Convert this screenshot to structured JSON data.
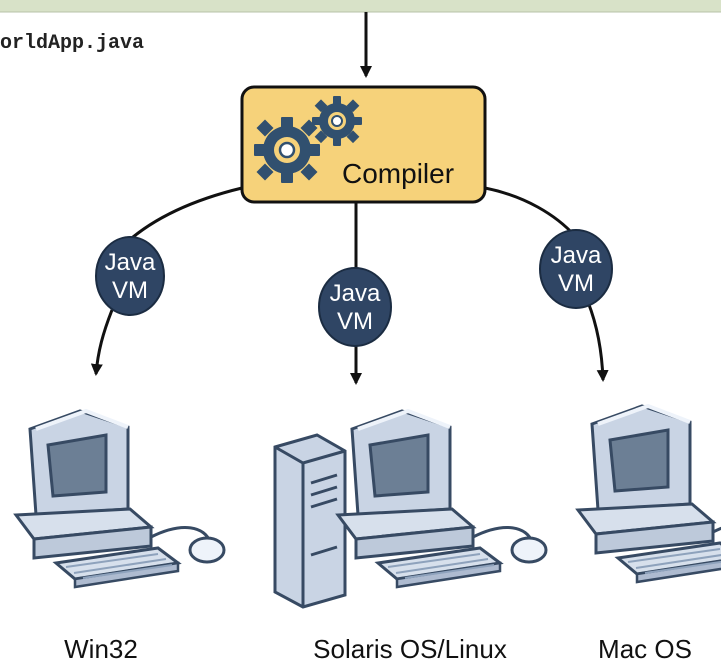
{
  "source_file": {
    "label": "orldApp.java"
  },
  "compiler": {
    "label": "Compiler",
    "icon": "gears-icon",
    "fill_color": "#f6d27a"
  },
  "vm_badges": [
    {
      "line1": "Java",
      "line2": "VM"
    },
    {
      "line1": "Java",
      "line2": "VM"
    },
    {
      "line1": "Java",
      "line2": "VM"
    }
  ],
  "platforms": [
    {
      "label": "Win32",
      "icon": "desktop-computer-icon"
    },
    {
      "label": "Solaris OS/Linux",
      "icon": "server-workstation-icon"
    },
    {
      "label": "Mac OS",
      "icon": "desktop-computer-icon"
    }
  ],
  "colors": {
    "top_band": "#d8e2c8",
    "vm_badge": "#2f4564",
    "computer_body": "#c9d4e4",
    "computer_outline": "#374a63",
    "screen": "#6c7f95"
  }
}
